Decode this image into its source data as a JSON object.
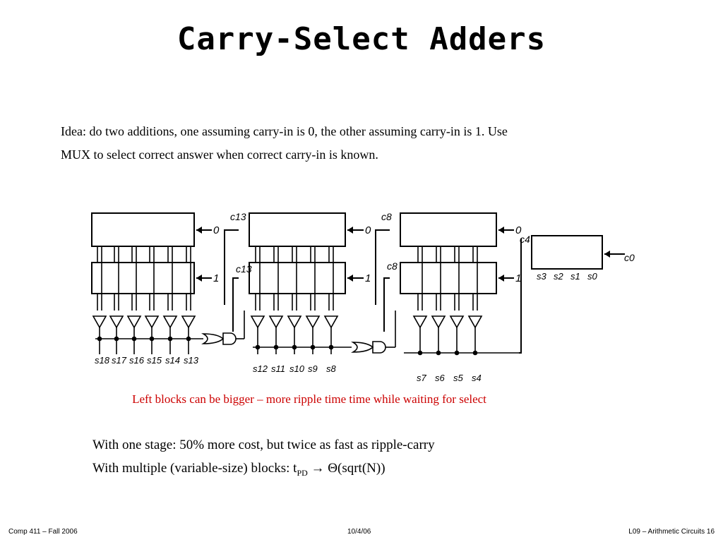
{
  "slide": {
    "title": "Carry-Select Adders",
    "idea_line1": "Idea: do two additions, one assuming carry-in is 0, the other assuming carry-in is 1.  Use",
    "idea_line2": "MUX to select correct answer when correct carry-in is known.",
    "caption": "Left blocks can be bigger – more ripple time time while waiting for select",
    "bullet1": "With one stage: 50% more cost, but twice as fast as ripple-carry",
    "bullet2_prefix": "With multiple (variable-size) blocks: t",
    "bullet2_sub": "PD",
    "bullet2_suffix": " → Θ(sqrt(N))"
  },
  "diagram": {
    "carry_labels": {
      "c13_top": "c13",
      "c13_mid": "c13",
      "c8_top": "c8",
      "c8_mid": "c8",
      "c4": "c4",
      "c0": "c0"
    },
    "input_labels": [
      "0",
      "1",
      "0",
      "1",
      "0",
      "1"
    ],
    "sum_groups": {
      "left": [
        "s18",
        "s17",
        "s16",
        "s15",
        "s14",
        "s13"
      ],
      "middle": [
        "s12",
        "s11",
        "s10",
        "s9",
        "s8"
      ],
      "right": [
        "s7",
        "s6",
        "s5",
        "s4"
      ],
      "first": [
        "s3",
        "s2",
        "s1",
        "s0"
      ]
    }
  },
  "footer": {
    "left": "Comp 411 – Fall 2006",
    "center": "10/4/06",
    "right": "L09 – Arithmetic Circuits  16"
  },
  "colors": {
    "caption": "#cc0000"
  }
}
